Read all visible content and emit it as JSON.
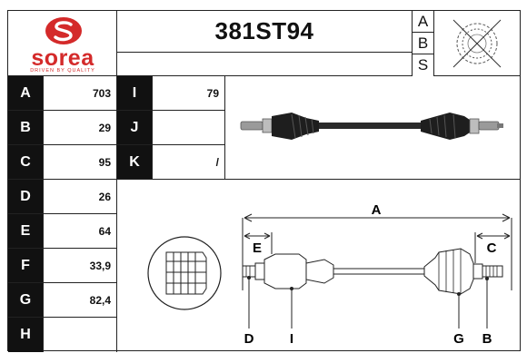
{
  "brand": {
    "name": "sorea",
    "tagline": "DRIVEN BY QUALITY",
    "color": "#d42a2a"
  },
  "part_number": "381ST94",
  "abs_letters": [
    "A",
    "B",
    "S"
  ],
  "dimensions_left": [
    {
      "letter": "A",
      "value": "703"
    },
    {
      "letter": "B",
      "value": "29"
    },
    {
      "letter": "C",
      "value": "95"
    },
    {
      "letter": "D",
      "value": "26"
    },
    {
      "letter": "E",
      "value": "64"
    },
    {
      "letter": "F",
      "value": "33,9"
    },
    {
      "letter": "G",
      "value": "82,4"
    },
    {
      "letter": "H",
      "value": ""
    }
  ],
  "dimensions_right": [
    {
      "letter": "I",
      "value": "79"
    },
    {
      "letter": "J",
      "value": ""
    },
    {
      "letter": "K",
      "value": "/"
    }
  ],
  "diagram_labels": {
    "A": "A",
    "E": "E",
    "C": "C",
    "D": "D",
    "I": "I",
    "G": "G",
    "B": "B"
  }
}
